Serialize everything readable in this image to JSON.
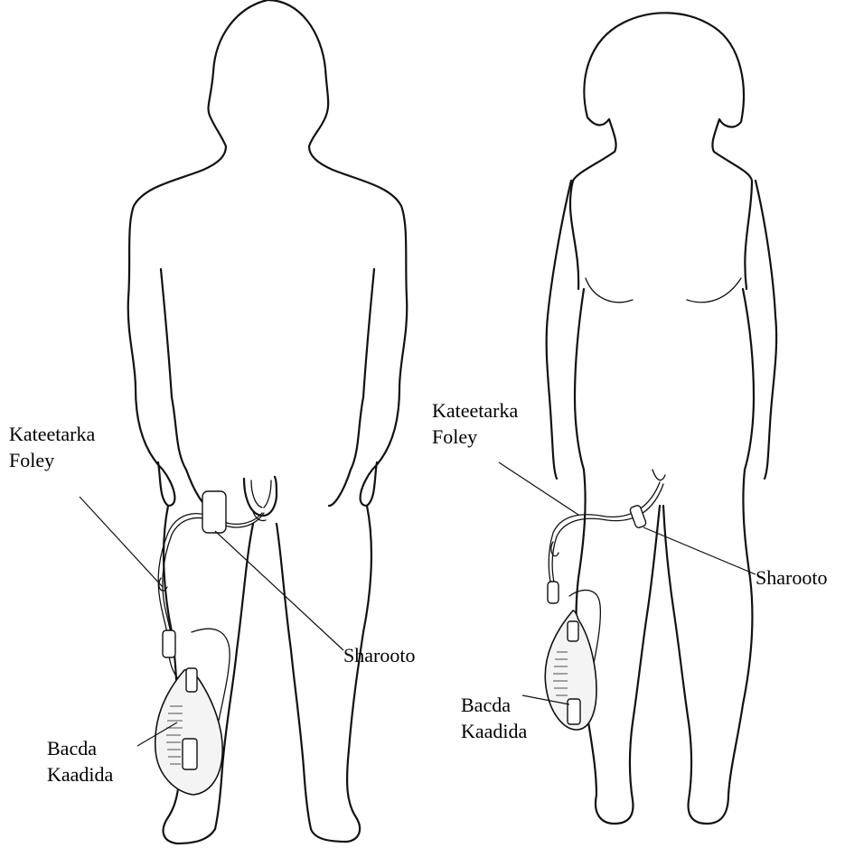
{
  "male_figure": {
    "catheter_label": [
      "Kateetarka",
      "Foley"
    ],
    "connector_label": "Sharooto",
    "bag_label": [
      "Bacda",
      "Kaadida"
    ]
  },
  "female_figure": {
    "catheter_label": [
      "Kateetarka",
      "Foley"
    ],
    "connector_label": "Sharooto",
    "bag_label": [
      "Bacda",
      "Kaadida"
    ]
  }
}
